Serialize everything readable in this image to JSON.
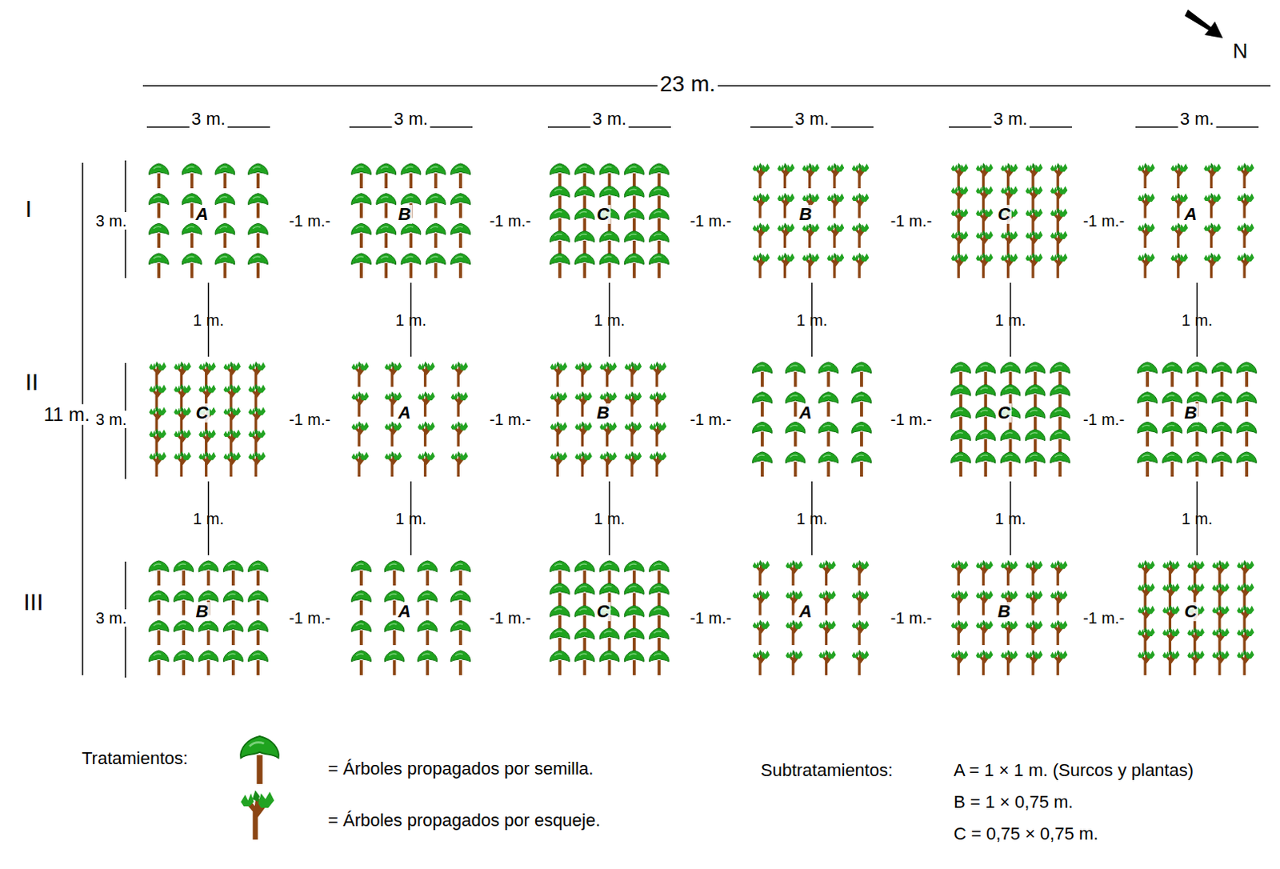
{
  "diagram": {
    "labels": [
      "N",
      "23 m.",
      "3 m.",
      "3 m.",
      "3 m.",
      "3 m.",
      "3 m.",
      "3 m.",
      "I",
      "II",
      "III",
      "11 m.",
      "3 m.",
      "3 m.",
      "3 m.",
      "-1 m.-",
      "-1 m.-",
      "-1 m.-",
      "-1 m.-",
      "-1 m.-",
      "-1 m.-",
      "-1 m.-",
      "-1 m.-",
      "-1 m.-",
      "-1 m.-",
      "-1 m.-",
      "-1 m.-",
      "-1 m.-",
      "-1 m.-",
      "-1 m.-",
      "1 m.",
      "1 m.",
      "1 m.",
      "1 m.",
      "1 m.",
      "1 m.",
      "1 m.",
      "1 m.",
      "1 m.",
      "1 m.",
      "1 m.",
      "1 m.",
      "A",
      "B",
      "C",
      "B",
      "C",
      "A",
      "C",
      "A",
      "B",
      "A",
      "C",
      "B",
      "B",
      "A",
      "C",
      "A",
      "B",
      "C",
      "Tratamientos:",
      "Subtratamientos:",
      "A = 1 × 1 m. (Surcos y plantas)",
      "B = 1 × 0,75 m.",
      "C = 0,75 × 0,75 m."
    ],
    "legend": [
      {
        "text": "= Árboles propagados por semilla."
      },
      {
        "text": "= Árboles propagados por esqueje."
      }
    ]
  }
}
